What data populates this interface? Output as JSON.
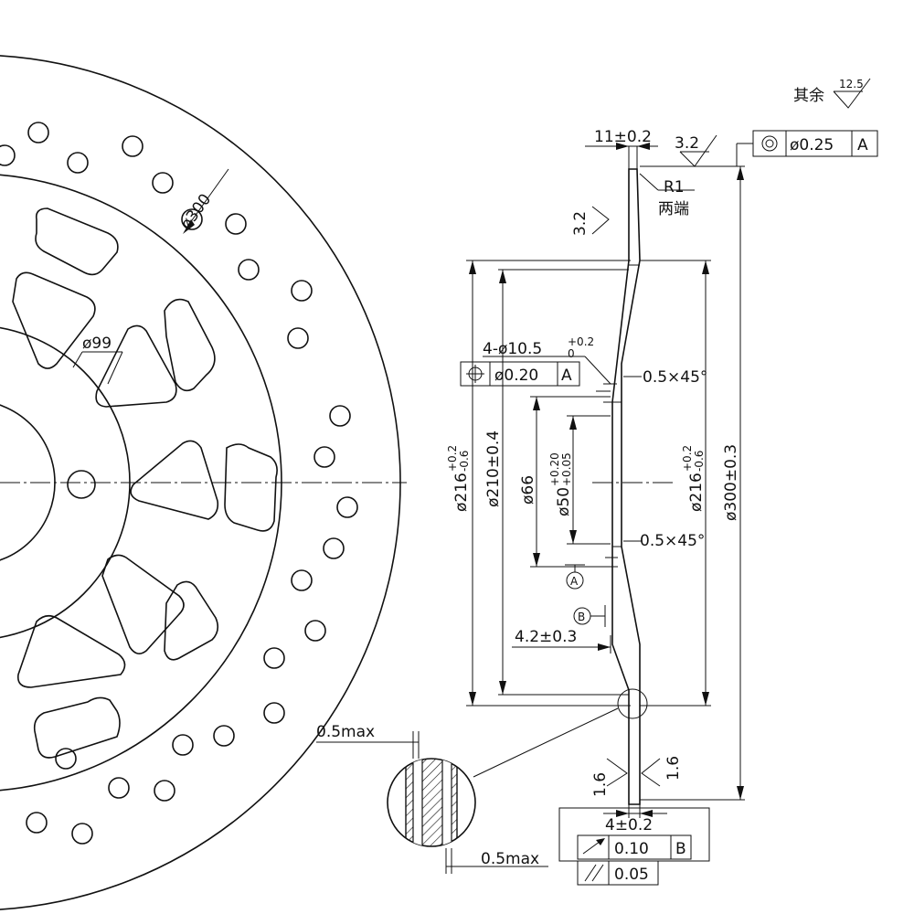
{
  "dims": {
    "dia_300_front": "ø300",
    "dia_99": "ø99",
    "thickness_11": "11±0.2",
    "r1": "R1",
    "both_ends": "两端",
    "holes_prefix": "4-ø10.5",
    "holes_tol_upper": "+0.2",
    "holes_tol_lower": "0",
    "chamfer_top": "0.5×45°",
    "chamfer_bottom": "0.5×45°",
    "dia_216_left": "ø216",
    "dia_216_left_tol_upper": "+0.2",
    "dia_216_left_tol_lower": "-0.6",
    "dia_210": "ø210±0.4",
    "dia_66": "ø66",
    "dia_50": "ø50",
    "dia_50_tol_upper": "+0.20",
    "dia_50_tol_lower": "+0.05",
    "dia_216_right": "ø216",
    "dia_216_right_tol_upper": "+0.2",
    "dia_216_right_tol_lower": "-0.6",
    "dia_300": "ø300±0.3",
    "offset_42": "4.2±0.3",
    "thickness_4": "4±0.2",
    "max_top": "0.5max",
    "max_bottom": "0.5max"
  },
  "roughness": {
    "rest_label": "其余",
    "rest_value": "12.5",
    "face_top": "3.2",
    "face_left": "3.2",
    "face_low_left": "1.6",
    "face_low_right": "1.6"
  },
  "datums": {
    "a": "A",
    "b": "B"
  },
  "tolerance_frames": {
    "concentricity": {
      "value": "ø0.25",
      "datum": "A"
    },
    "position": {
      "value": "ø0.20",
      "datum": "A"
    },
    "runout": {
      "value": "0.10",
      "datum": "B"
    },
    "parallelism": {
      "value": "0.05"
    }
  }
}
